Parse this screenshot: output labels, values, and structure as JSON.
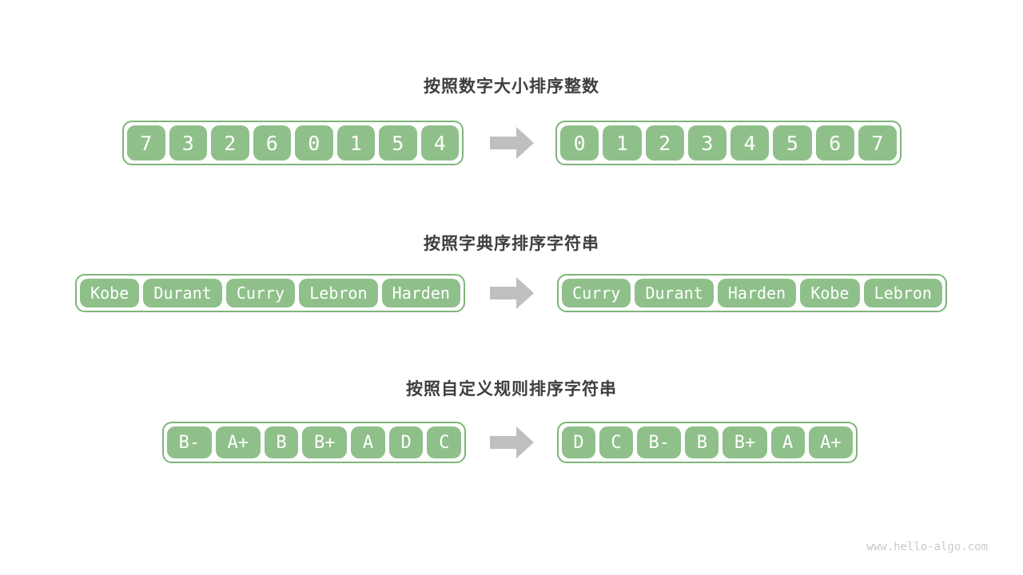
{
  "colors": {
    "cell_green": "#8FC08A",
    "container_border_green": "#7FB57A",
    "arrow_gray": "#BFBFBF",
    "title_gray": "#3E3E3E",
    "watermark_gray": "#C9C9C9"
  },
  "sections": [
    {
      "title": "按照数字大小排序整数",
      "before": [
        "7",
        "3",
        "2",
        "6",
        "0",
        "1",
        "5",
        "4"
      ],
      "after": [
        "0",
        "1",
        "2",
        "3",
        "4",
        "5",
        "6",
        "7"
      ]
    },
    {
      "title": "按照字典序排序字符串",
      "before": [
        "Kobe",
        "Durant",
        "Curry",
        "Lebron",
        "Harden"
      ],
      "after": [
        "Curry",
        "Durant",
        "Harden",
        "Kobe",
        "Lebron"
      ]
    },
    {
      "title": "按照自定义规则排序字符串",
      "before": [
        "B-",
        "A+",
        "B",
        "B+",
        "A",
        "D",
        "C"
      ],
      "after": [
        "D",
        "C",
        "B-",
        "B",
        "B+",
        "A",
        "A+"
      ]
    }
  ],
  "watermark": "www.hello-algo.com"
}
